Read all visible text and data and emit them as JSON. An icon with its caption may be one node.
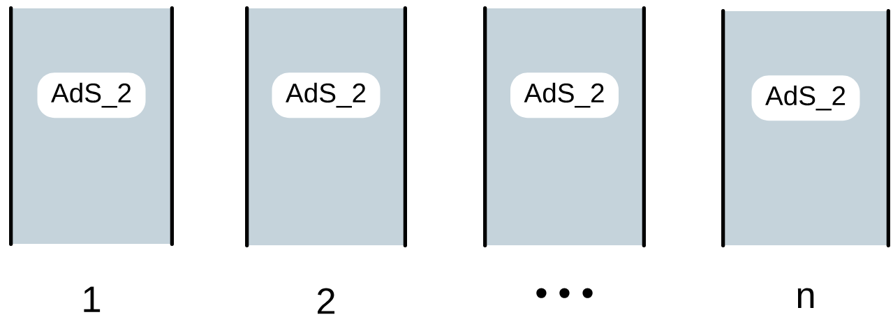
{
  "diagram": {
    "nodes": [
      {
        "text": [],
        "shape": "band",
        "beside": [
          "1"
        ]
      },
      {
        "text": [
          "AdS_2"
        ],
        "in": 0
      },
      {
        "text": [],
        "shape": "band",
        "beside": [
          "2"
        ]
      },
      {
        "text": [
          "AdS_2"
        ],
        "in": 2
      },
      {
        "text": [],
        "shape": "band",
        "beside": [
          "• • •"
        ]
      },
      {
        "text": [
          "AdS_2"
        ],
        "in": 4
      },
      {
        "text": [],
        "shape": "band",
        "beside": [
          "n"
        ]
      },
      {
        "text": [
          "AdS_2"
        ],
        "in": 6
      }
    ]
  }
}
